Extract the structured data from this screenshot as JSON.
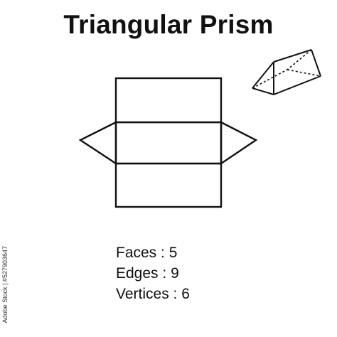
{
  "title": "Triangular Prism",
  "properties": [
    {
      "label": "Faces",
      "value": "5"
    },
    {
      "label": "Edges",
      "value": "9"
    },
    {
      "label": "Vertices",
      "value": "6"
    }
  ],
  "stock_id": "Adobe Stock | #527903647",
  "colors": {
    "stroke": "#111111",
    "background": "#ffffff"
  }
}
